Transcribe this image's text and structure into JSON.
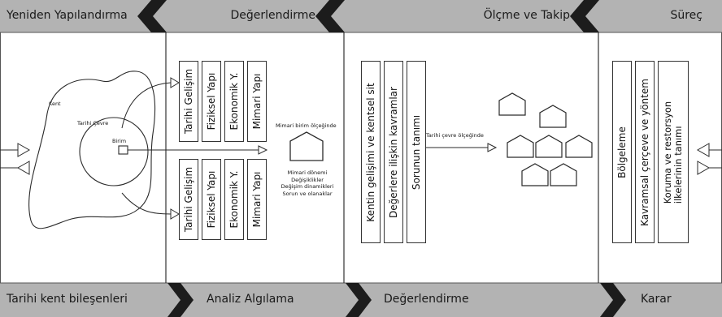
{
  "top_labels": {
    "restructure": "Yeniden Yapılandırma",
    "evaluation": "Değerlendirme",
    "measure": "Ölçme ve Takip",
    "process": "Süreç"
  },
  "bottom_labels": {
    "components": "Tarihi kent bileşenleri",
    "analysis": "Analiz Algılama",
    "evaluation": "Değerlendirme",
    "decision": "Karar"
  },
  "city": {
    "kent": "Kent",
    "tarihi_cevre": "Tarihi Çevre",
    "birim": "Birim"
  },
  "analysis_boxes": {
    "upper": [
      "Tarihi Gelişim",
      "Fiziksel Yapı",
      "Ekonomik Y.",
      "Mimari Yapı"
    ],
    "lower": [
      "Tarihi Gelişim",
      "Fiziksel Yapı",
      "Ekonomik Y.",
      "Mimari Yapı"
    ]
  },
  "unit_scale": {
    "label": "Mimari birim ölçeğinde",
    "notes": [
      "Mimari dönemi",
      "Değişiklikler",
      "Değişim dinamikleri",
      "Sorun ve olanaklar"
    ]
  },
  "evaluation_boxes": [
    "Kentin gelişimi ve kentsel sit",
    "Değerlere ilişkin kavramlar",
    "Sorunun tanımı"
  ],
  "environment_scale": "Tarihi çevre ölçeğinde",
  "decision_boxes": {
    "b1": "Bölgeleme",
    "b2": "Kavramsal çerçeve ve yöntem",
    "b3_line1": "Koruma ve restorsyon",
    "b3_line2": "ilkelerinin tanımı"
  },
  "colors": {
    "band": "#b3b3b3",
    "chevron": "#1c1c1c",
    "line": "#2a2a2a"
  }
}
